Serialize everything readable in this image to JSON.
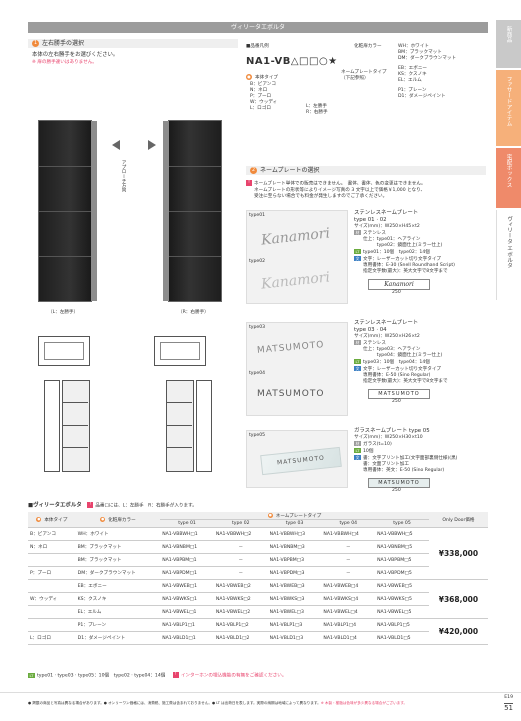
{
  "side_tabs": [
    {
      "label": "新商品",
      "color": "#c2c2c2"
    },
    {
      "label": "ファサードアイテム",
      "color": "#f6b07a"
    },
    {
      "label": "宅配ボックス",
      "color": "#ef8a6a"
    },
    {
      "label": "ヴィリータ エボルタ",
      "color": "#ffffff"
    }
  ],
  "page_title": "ヴィリータエボルタ",
  "section1": {
    "num": "1",
    "heading": "左右勝手の選択",
    "desc": "本体の左右勝手をお選びください。",
    "note": "※ 扉の勝手違いはありません。",
    "approach_label": "アプローチ方向",
    "caption_left": "（L：左勝手）",
    "caption_right": "（R：右勝手）"
  },
  "code_box": {
    "label": "■品番凡例",
    "code": "NA1-VB△□□○★",
    "type_label": "本体タイプ",
    "types": [
      "B：ビアンコ",
      "N：ネロ",
      "P：プーロ",
      "W：ウッディ",
      "L：ロゴロ"
    ],
    "plate_label": "ネームプレートタイプ",
    "plate_sub": "（下記参照）",
    "lr_label_l": "L：左勝手",
    "lr_label_r": "R：右勝手",
    "door_label": "化粧扉カラー",
    "colors": [
      "WH：ホワイト",
      "BM：ブラックマット",
      "DM：ダークブラウンマット",
      "EB：エボニー",
      "KS：クスノキ",
      "EL：エルム",
      "P1：プレーン",
      "D1：ダメージペイント"
    ]
  },
  "section2": {
    "num": "2",
    "heading": "ネームプレートの選択",
    "notes": [
      "ネームプレート単体での販売はできません。　書体、書体、色の変更はできません。",
      "ネームプレートの形状等によりイメージ写真の 3 文字以上で価格￥1,000 となり、",
      "受注に至らない場合でも料金が発生しますのでご了承ください。"
    ]
  },
  "plates": [
    {
      "type_label": "type01",
      "type_label_2": "type02",
      "sample_text": "Kanamori",
      "title": "ステンレスネームプレート",
      "subtitle": "type 01 · 02",
      "lines": [
        "サイズ(mm)：W250×H45×t2",
        "ステンレス",
        "仕上：type01：ヘアライン",
        "　　　type02：鏡面仕上(ミラー仕上)",
        "type01：10個　type02：14個",
        "文字：レーザーカット切り文字タイプ",
        "専用書体：E-30 (Snell Roundhand Script)",
        "指定文字数(最大)：英大文字で8文字まで"
      ],
      "dim": "250"
    },
    {
      "type_label": "type03",
      "type_label_2": "type04",
      "sample_text": "MATSUMOTO",
      "title": "ステンレスネームプレート",
      "subtitle": "type 03 · 04",
      "lines": [
        "サイズ(mm)：W250×H26×t2",
        "ステンレス",
        "仕上：type03：ヘアライン",
        "　　　type04：鏡面仕上(ミラー仕上)",
        "type03：10個　type04：14個",
        "文字：レーザーカット切り文字タイプ",
        "専用書体：E-50 (Sino Regular)",
        "指定文字数(最大)：英大文字で8文字まで"
      ],
      "dim": "250"
    },
    {
      "type_label": "type05",
      "type_label_2": "",
      "sample_text": "MATSUMOTO",
      "title": "ガラスネームプレート type 05",
      "subtitle": "",
      "lines": [
        "サイズ(mm)：W250×H30×t10",
        "ガラス(t=10)",
        "10個",
        "書：文字プリント加工(文字面部裏側仕様)(黒)",
        "書：文面プリント加工",
        "専用書体：英文：E-50 (Sino Regular)"
      ],
      "dim": "250"
    }
  ],
  "table": {
    "title": "■ヴィリータエボルタ",
    "note": "品番□には、L：左勝手　R：右勝手が入ります。",
    "headers": {
      "type": "本体タイプ",
      "door": "化粧扉カラー",
      "plate": "ネームプレートタイプ",
      "cols": [
        "type 01",
        "type 02",
        "type 03",
        "type 04",
        "type 05"
      ],
      "price": "Only Door価格"
    },
    "rows": [
      {
        "type": "B：ビアンコ",
        "door": "WH：ホワイト",
        "c1": "NA1-VBBWH□1",
        "c2": "NA1-VBBWH□2",
        "c3": "NA1-VBBWH□3",
        "c4": "NA1-VBBWH□4",
        "c5": "NA1-VBBWH□5"
      },
      {
        "type": "N：ネロ",
        "door": "BM：ブラックマット",
        "c1": "NA1-VBNBM□1",
        "c2": "－",
        "c3": "NA1-VBNBM□3",
        "c4": "－",
        "c5": "NA1-VBNBM□5"
      },
      {
        "type": "",
        "door": "BM：ブラックマット",
        "c1": "NA1-VBPBM□1",
        "c2": "－",
        "c3": "NA1-VBPBM□3",
        "c4": "－",
        "c5": "NA1-VBPBM□5"
      },
      {
        "type": "P：プーロ",
        "door": "DM：ダークブラウンマット",
        "c1": "NA1-VBPDM□1",
        "c2": "－",
        "c3": "NA1-VBPDM□3",
        "c4": "－",
        "c5": "NA1-VBPDM□5"
      },
      {
        "type": "",
        "door": "EB：エボニー",
        "c1": "NA1-VBWEB□1",
        "c2": "NA1-VBWEB□2",
        "c3": "NA1-VBWEB□3",
        "c4": "NA1-VBWEB□4",
        "c5": "NA1-VBWEB□5"
      },
      {
        "type": "W：ウッディ",
        "door": "KS：クスノキ",
        "c1": "NA1-VBWKS□1",
        "c2": "NA1-VBWKS□2",
        "c3": "NA1-VBWKS□3",
        "c4": "NA1-VBWKS□4",
        "c5": "NA1-VBWKS□5"
      },
      {
        "type": "",
        "door": "EL：エルム",
        "c1": "NA1-VBWEL□1",
        "c2": "NA1-VBWEL□2",
        "c3": "NA1-VBWEL□3",
        "c4": "NA1-VBWEL□4",
        "c5": "NA1-VBWEL□5"
      },
      {
        "type": "",
        "door": "P1：プレーン",
        "c1": "NA1-VBLP1□1",
        "c2": "NA1-VBLP1□2",
        "c3": "NA1-VBLP1□3",
        "c4": "NA1-VBLP1□4",
        "c5": "NA1-VBLP1□5"
      },
      {
        "type": "L：ロゴロ",
        "door": "D1：ダメージペイント",
        "c1": "NA1-VBLD1□1",
        "c2": "NA1-VBLD1□2",
        "c3": "NA1-VBLD1□3",
        "c4": "NA1-VBLD1□4",
        "c5": "NA1-VBLD1□5"
      }
    ],
    "prices": [
      "¥338,000",
      "¥368,000",
      "¥420,000"
    ],
    "footnote_lt": "type01 · type03 · type05：10個　type02 · type04：14個",
    "footnote_warn": "インターホンの埋込機能の有無をご確認ください。"
  },
  "footer": {
    "text": "● 掲載の商品と写真は異なる場合があります。● オンリーワン価格には、消費税、施工費は含まれておりません。● LT は出荷日を表します。実際の納期は地域によって異なります。",
    "warn": "※ 木製・樹脂は色味が多少異なる場合がございます。",
    "page_code": "E19",
    "page_num": "51"
  }
}
